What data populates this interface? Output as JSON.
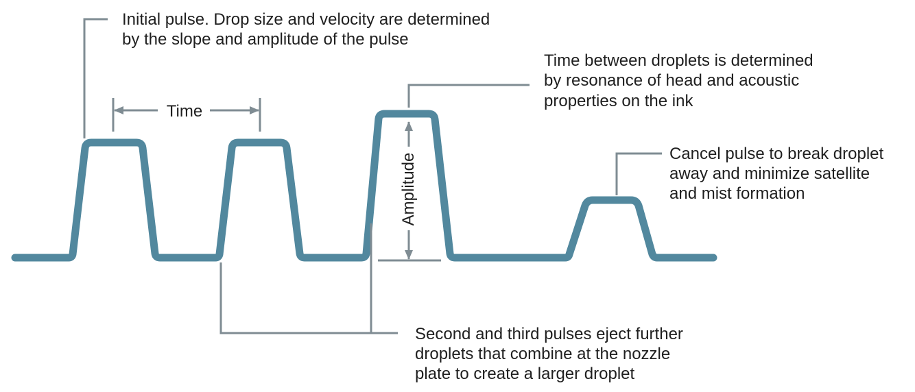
{
  "colors": {
    "waveform": "#52889e",
    "leader": "#7f8c93",
    "text": "#1f1f1f"
  },
  "labels": {
    "initial_pulse": [
      "Initial pulse. Drop size and velocity are determined",
      "by the slope and amplitude of the pulse"
    ],
    "time_between": [
      "Time between droplets is determined",
      "by resonance of head and acoustic",
      "properties on the ink"
    ],
    "cancel_pulse": [
      "Cancel pulse to break droplet",
      "away and minimize satellite",
      "and mist formation"
    ],
    "second_third": [
      "Second and third pulses eject further",
      "droplets that combine at the nozzle",
      "plate to create a larger droplet"
    ]
  },
  "dimensions": {
    "time": "Time",
    "amplitude": "Amplitude"
  }
}
